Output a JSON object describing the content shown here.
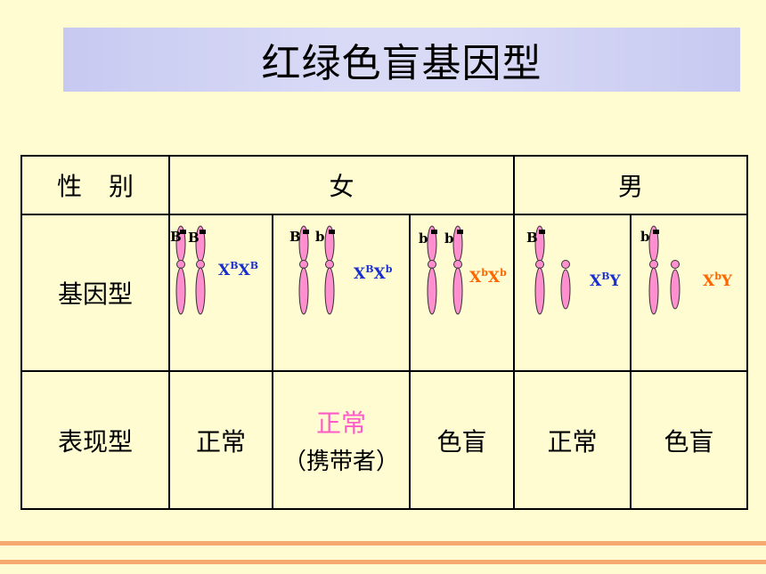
{
  "title": "红绿色盲基因型",
  "table": {
    "header": {
      "sex_label": "性别",
      "female": "女",
      "male": "男"
    },
    "genotype_row_label": "基因型",
    "phenotype_row_label": "表现型",
    "genotypes": [
      {
        "allele1": "B",
        "allele2": "B",
        "base": "X",
        "sup1": "B",
        "base2": "X",
        "sup2": "B",
        "color": "#1a2fd0"
      },
      {
        "allele1": "B",
        "allele2": "b",
        "base": "X",
        "sup1": "B",
        "base2": "X",
        "sup2": "b",
        "color": "#1a2fd0"
      },
      {
        "allele1": "b",
        "allele2": "b",
        "base": "X",
        "sup1": "b",
        "base2": "X",
        "sup2": "b",
        "color": "#ff6600"
      },
      {
        "allele1": "B",
        "allele2": "",
        "base": "X",
        "sup1": "B",
        "base2": "Y",
        "sup2": "",
        "color": "#1a2fd0"
      },
      {
        "allele1": "b",
        "allele2": "",
        "base": "X",
        "sup1": "b",
        "base2": "Y",
        "sup2": "",
        "color": "#ff6600"
      }
    ],
    "phenotypes": [
      {
        "text": "正常",
        "color": "#1a2fd0"
      },
      {
        "text": "正常",
        "sub": "（携带者）",
        "color": "#ff5bc8"
      },
      {
        "text": "色盲",
        "color": "#ff6600"
      },
      {
        "text": "正常",
        "color": "#000000"
      },
      {
        "text": "色盲",
        "color": "#ff6600"
      }
    ]
  }
}
